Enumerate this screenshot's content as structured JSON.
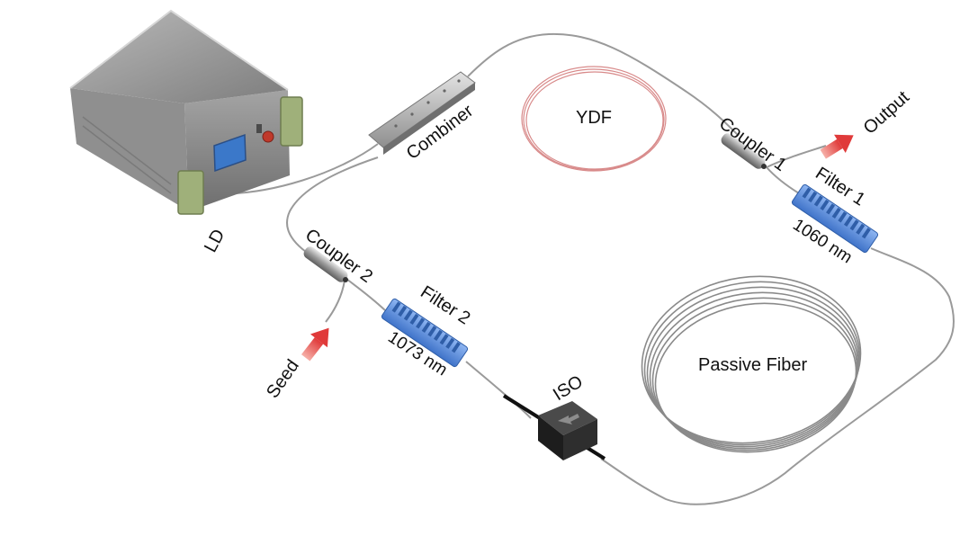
{
  "diagram": {
    "labels": {
      "ld": "LD",
      "combiner": "Combiner",
      "ydf": "YDF",
      "coupler1": "Coupler 1",
      "output": "Output",
      "filter1": "Filter 1",
      "filter1_wavelength": "1060 nm",
      "passive_fiber": "Passive Fiber",
      "coupler2": "Coupler 2",
      "seed": "Seed",
      "filter2": "Filter 2",
      "filter2_wavelength": "1073 nm",
      "iso": "ISO"
    },
    "colors": {
      "fiber": "#9a9a9a",
      "ydf_fiber": "#d88a8a",
      "filter_blue": "#5b8fe0",
      "arrow_red": "#e24b4b",
      "ld_body": "#8a8a8a",
      "ld_screen": "#3b78c9",
      "iso_body": "#222222"
    },
    "icons": [
      "laser-diode-device",
      "combiner",
      "coupler",
      "filter",
      "isolator",
      "arrow"
    ]
  }
}
